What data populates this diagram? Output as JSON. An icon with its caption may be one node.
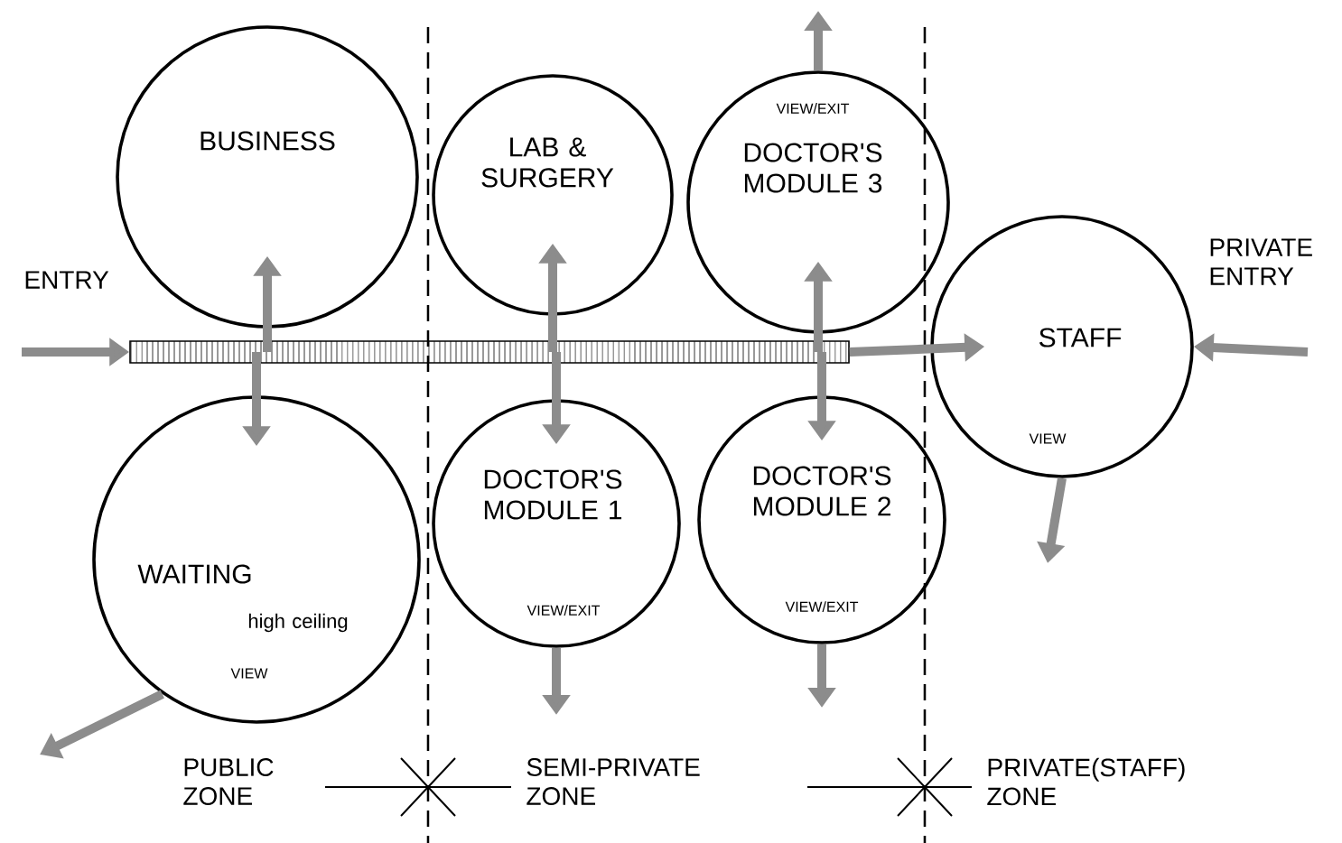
{
  "diagram": {
    "nodes": [
      {
        "text": [
          "BUSINESS"
        ]
      },
      {
        "text": [
          "LAB & SURGERY"
        ]
      },
      {
        "text": [
          "VIEW/EXIT",
          "DOCTOR'S MODULE 3"
        ]
      },
      {
        "text": [
          "STAFF",
          "VIEW"
        ]
      },
      {
        "text": [
          "WAITING",
          "high ceiling",
          "VIEW"
        ]
      },
      {
        "text": [
          "DOCTOR'S MODULE 1",
          "VIEW/EXIT"
        ]
      },
      {
        "text": [
          "DOCTOR'S MODULE 2",
          "VIEW/EXIT"
        ]
      },
      {
        "text": [],
        "shape": "bar"
      }
    ],
    "edges": [
      {
        "from": null,
        "to": 7,
        "arrow": "to"
      },
      {
        "from": 7,
        "to": 0,
        "arrow": "to"
      },
      {
        "from": 7,
        "to": 4,
        "arrow": "to"
      },
      {
        "from": 7,
        "to": 1,
        "arrow": "to"
      },
      {
        "from": 7,
        "to": 5,
        "arrow": "to"
      },
      {
        "from": 7,
        "to": 2,
        "arrow": "to"
      },
      {
        "from": 7,
        "to": 6,
        "arrow": "to"
      },
      {
        "from": 7,
        "to": 3,
        "arrow": "to"
      },
      {
        "from": null,
        "to": 3,
        "arrow": "to"
      },
      {
        "from": 2,
        "to": null,
        "arrow": "to"
      },
      {
        "from": 5,
        "to": null,
        "arrow": "to"
      },
      {
        "from": 6,
        "to": null,
        "arrow": "to"
      },
      {
        "from": 3,
        "to": null,
        "arrow": "to"
      },
      {
        "from": 4,
        "to": null,
        "arrow": "to"
      }
    ],
    "labels": [
      "ENTRY",
      "PRIVATE ENTRY",
      "PUBLIC ZONE",
      "SEMI-PRIVATE ZONE",
      "PRIVATE(STAFF) ZONE"
    ]
  }
}
